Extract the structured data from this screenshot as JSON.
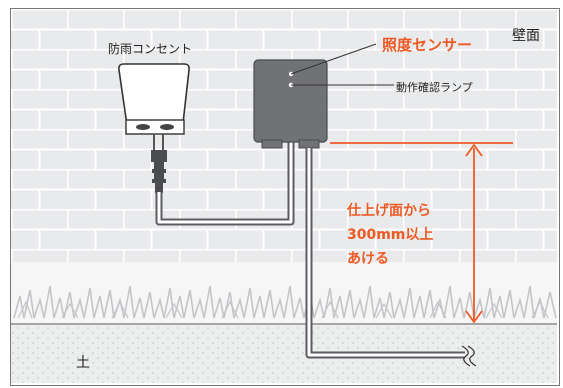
{
  "labels": {
    "wall": "壁面",
    "outlet": "防雨コンセント",
    "sensor": "照度センサー",
    "lamp": "動作確認ランプ",
    "height_note": [
      "仕上げ面から",
      "300mm以上",
      "あける"
    ],
    "soil": "土"
  },
  "colors": {
    "accent": "#ee5a24",
    "wall_bg": "#e9eaec",
    "mortar": "#ffffff",
    "device_body": "#707276",
    "cable": "#5b5d61",
    "grass": "#cfd0d3",
    "soil_bg": "#eceded"
  }
}
